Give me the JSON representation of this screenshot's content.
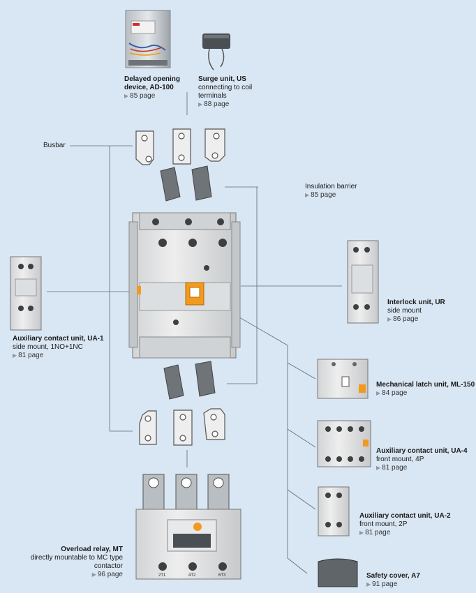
{
  "labels": {
    "delay": {
      "title": "Delayed opening device, AD-100",
      "page": "85 page"
    },
    "surge": {
      "title": "Surge unit, US",
      "desc": "connecting to coil terminals",
      "page": "88 page"
    },
    "busbar": {
      "title": "Busbar"
    },
    "insulation": {
      "title": "Insulation barrier",
      "page": "85 page"
    },
    "interlock": {
      "title": "Interlock unit, UR",
      "desc": "side mount",
      "page": "86 page"
    },
    "aux_ua1": {
      "title": "Auxiliary contact unit, UA-1",
      "desc": "side mount, 1NO+1NC",
      "page": "81 page"
    },
    "latch": {
      "title": "Mechanical latch unit, ML-150",
      "page": "84 page"
    },
    "aux_ua4": {
      "title": "Auxiliary contact unit, UA-4",
      "desc": "front mount, 4P",
      "page": "81 page"
    },
    "aux_ua2": {
      "title": "Auxiliary contact unit, UA-2",
      "desc": "front mount, 2P",
      "page": "81 page"
    },
    "overload": {
      "title": "Overload relay, MT",
      "desc": "directly mountable to MC type contactor",
      "page": "96 page"
    },
    "safety": {
      "title": "Safety cover, A7",
      "page": "91 page"
    }
  },
  "device_markings": {
    "relay_terminals": [
      "2T1",
      "4T2",
      "6T3"
    ]
  },
  "colors": {
    "background": "#d9e6f3",
    "accent": "#f29a1f",
    "line": "#5a6b7a"
  }
}
